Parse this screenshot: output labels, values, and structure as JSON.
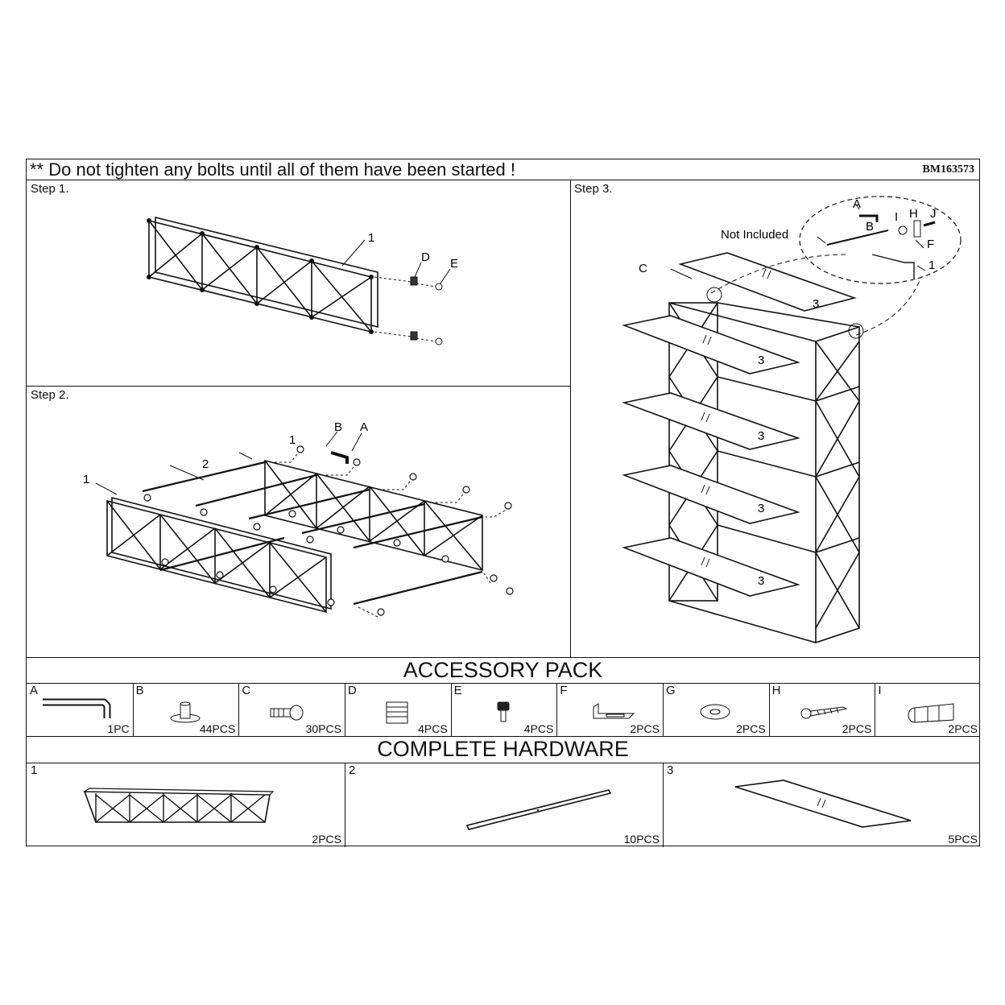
{
  "header": {
    "warning": "** Do not tighten any bolts until all of them have been started !",
    "model": "BM163573"
  },
  "steps": {
    "step1": {
      "label": "Step 1.",
      "callouts": {
        "frame": "1",
        "cap": "D",
        "foot": "E"
      }
    },
    "step2": {
      "label": "Step 2.",
      "callouts": {
        "side_left": "1",
        "side_back": "1",
        "rod": "2",
        "bolt": "B",
        "key": "A"
      }
    },
    "step3": {
      "label": "Step 3.",
      "callouts": {
        "shelf_top": "C",
        "not_included": "Not Included",
        "key": "A",
        "bolt": "B",
        "anchor": "I",
        "washer": "H",
        "screw": "J",
        "bracket": "F",
        "frame": "1",
        "shelf": "3"
      }
    }
  },
  "accessory_pack": {
    "title": "ACCESSORY PACK",
    "items": [
      {
        "letter": "A",
        "qty": "1PC",
        "icon": "allen-key-icon"
      },
      {
        "letter": "B",
        "qty": "44PCS",
        "icon": "bolt-icon"
      },
      {
        "letter": "C",
        "qty": "30PCS",
        "icon": "connector-icon"
      },
      {
        "letter": "D",
        "qty": "4PCS",
        "icon": "end-cap-icon"
      },
      {
        "letter": "E",
        "qty": "4PCS",
        "icon": "leveling-foot-icon"
      },
      {
        "letter": "F",
        "qty": "2PCS",
        "icon": "l-bracket-icon"
      },
      {
        "letter": "G",
        "qty": "2PCS",
        "icon": "washer-icon"
      },
      {
        "letter": "H",
        "qty": "2PCS",
        "icon": "screw-icon"
      },
      {
        "letter": "I",
        "qty": "2PCS",
        "icon": "wall-anchor-icon"
      }
    ]
  },
  "complete_hardware": {
    "title": "COMPLETE HARDWARE",
    "items": [
      {
        "number": "1",
        "qty": "2PCS",
        "icon": "side-frame-icon"
      },
      {
        "number": "2",
        "qty": "10PCS",
        "icon": "rod-icon"
      },
      {
        "number": "3",
        "qty": "5PCS",
        "icon": "glass-shelf-icon"
      }
    ]
  }
}
